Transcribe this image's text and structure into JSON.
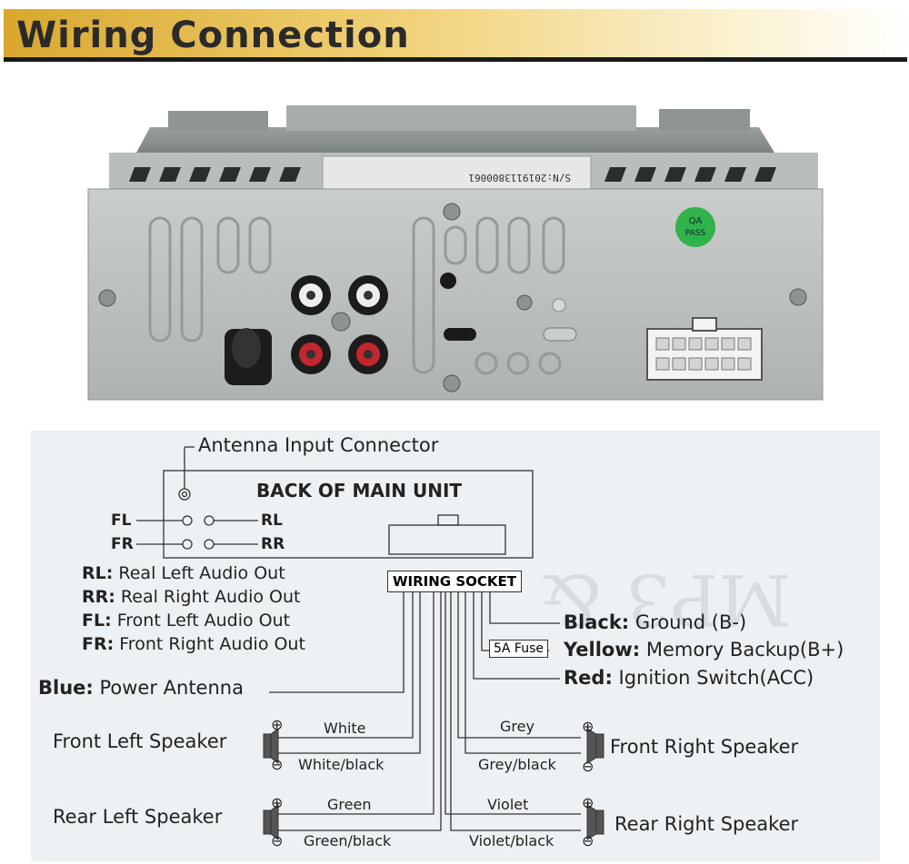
{
  "banner": {
    "title": "Wiring Connection"
  },
  "device": {
    "badge_line1": "QA",
    "badge_line2": "PASS",
    "label_text": "S/N:2019113800061"
  },
  "diagram": {
    "antenna_connector": "Antenna Input Connector",
    "back_of_unit": "BACK OF MAIN UNIT",
    "fl": "FL",
    "fr": "FR",
    "rl": "RL",
    "rr": "RR",
    "legend": [
      {
        "key": "RL:",
        "text": "Real Left Audio Out"
      },
      {
        "key": "RR:",
        "text": "Real Right Audio Out"
      },
      {
        "key": "FL:",
        "text": "Front Left Audio Out"
      },
      {
        "key": "FR:",
        "text": "Front Right Audio Out"
      }
    ],
    "wiring_socket": "WIRING SOCKET",
    "fuse": "5A Fuse",
    "connections": [
      {
        "color": "Black:",
        "desc": "Ground (B-)"
      },
      {
        "color": "Yellow:",
        "desc": "Memory Backup(B+)"
      },
      {
        "color": "Red:",
        "desc": "Ignition Switch(ACC)"
      }
    ],
    "blue": {
      "color": "Blue:",
      "desc": "Power Antenna"
    },
    "speakers": {
      "front_left": "Front Left Speaker",
      "front_right": "Front Right Speaker",
      "rear_left": "Rear Left Speaker",
      "rear_right": "Rear Right Speaker"
    },
    "wires": {
      "white": "White",
      "white_black": "White/black",
      "grey": "Grey",
      "grey_black": "Grey/black",
      "green": "Green",
      "green_black": "Green/black",
      "violet": "Violet",
      "violet_black": "Violet/black"
    },
    "plus": "⊕",
    "minus": "⊖"
  }
}
